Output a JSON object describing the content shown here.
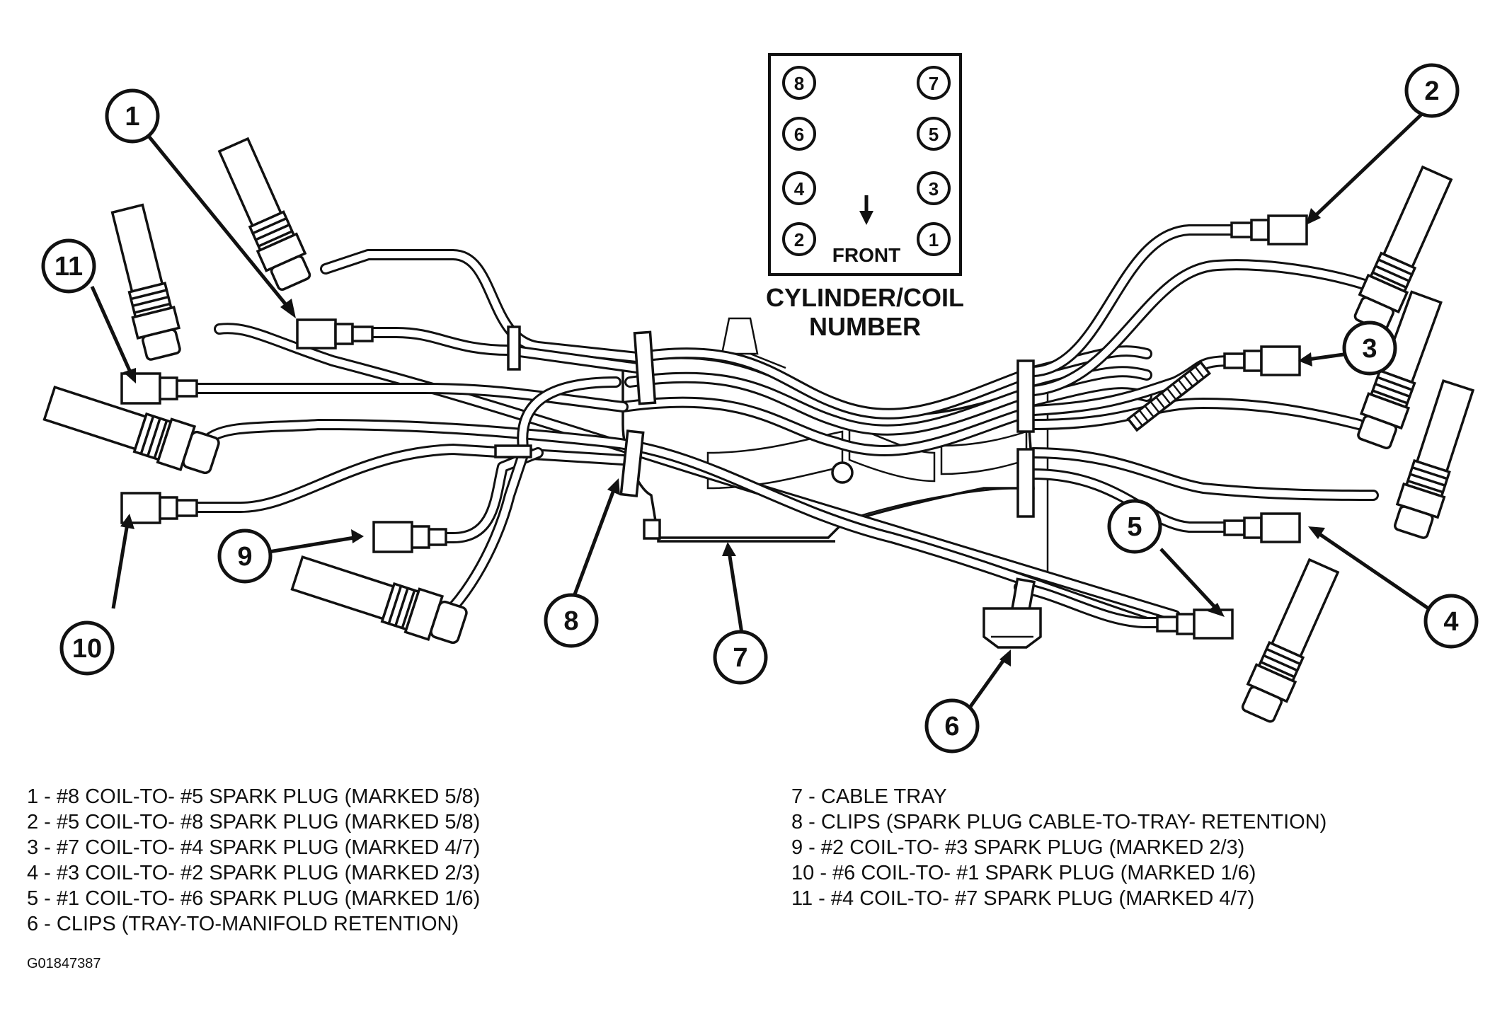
{
  "grid": {
    "title_line1": "CYLINDER/COIL",
    "title_line2": "NUMBER",
    "front_label": "FRONT",
    "numbers": [
      "8",
      "7",
      "6",
      "5",
      "4",
      "3",
      "2",
      "1"
    ]
  },
  "callouts": [
    "1",
    "2",
    "3",
    "4",
    "5",
    "6",
    "7",
    "8",
    "9",
    "10",
    "11"
  ],
  "legend_left": [
    "1 - #8 COIL-TO- #5 SPARK PLUG (MARKED 5/8)",
    "2 - #5 COIL-TO- #8 SPARK PLUG (MARKED 5/8)",
    "3 - #7 COIL-TO- #4 SPARK PLUG (MARKED 4/7)",
    "4 - #3 COIL-TO- #2 SPARK PLUG (MARKED 2/3)",
    "5 - #1 COIL-TO- #6 SPARK PLUG (MARKED 1/6)",
    "6 - CLIPS (TRAY-TO-MANIFOLD RETENTION)"
  ],
  "legend_right": [
    "7 - CABLE TRAY",
    "8 - CLIPS (SPARK PLUG CABLE-TO-TRAY- RETENTION)",
    "9 - #2 COIL-TO- #3 SPARK PLUG (MARKED 2/3)",
    "10 - #6 COIL-TO- #1 SPARK PLUG (MARKED 1/6)",
    "11 - #4 COIL-TO- #7 SPARK PLUG (MARKED 4/7)"
  ],
  "image_code": "G01847387"
}
